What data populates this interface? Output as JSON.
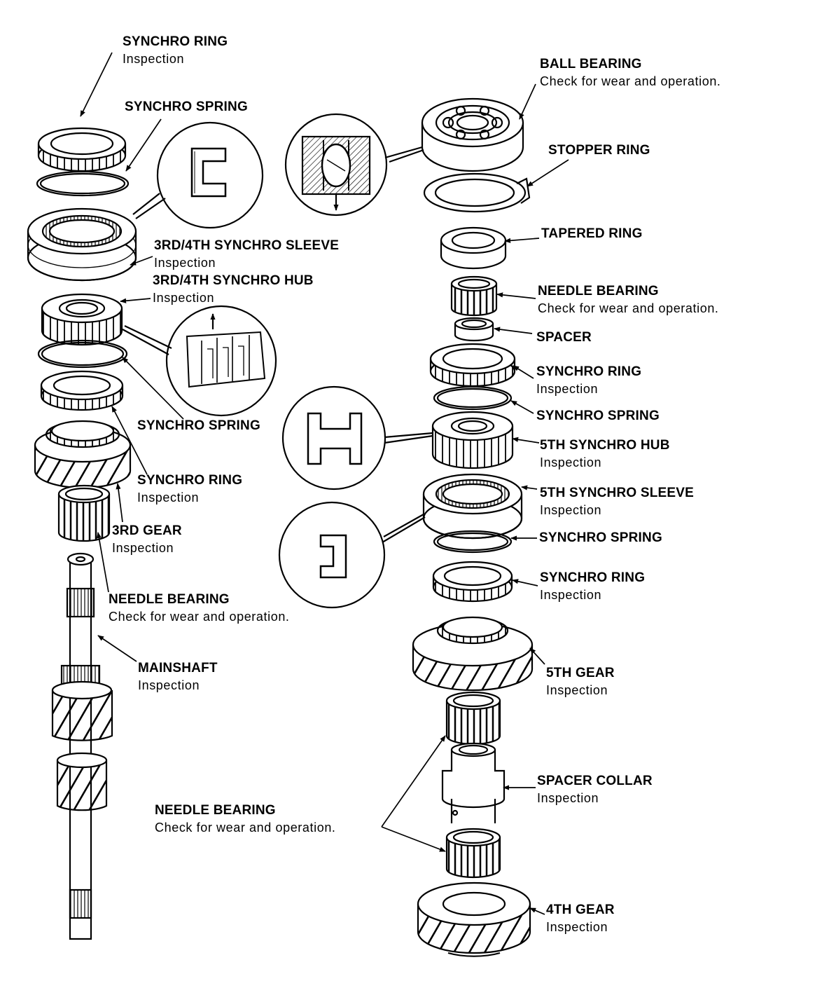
{
  "labels": {
    "synchro_ring_top": {
      "title": "SYNCHRO RING",
      "note": "Inspection"
    },
    "synchro_spring_top": {
      "title": "SYNCHRO SPRING"
    },
    "sleeve_34": {
      "title": "3RD/4TH SYNCHRO SLEEVE",
      "note": "Inspection"
    },
    "hub_34": {
      "title": "3RD/4TH SYNCHRO HUB",
      "note": "Inspection"
    },
    "synchro_spring_left": {
      "title": "SYNCHRO SPRING"
    },
    "synchro_ring_left": {
      "title": "SYNCHRO RING",
      "note": "Inspection"
    },
    "gear_3rd": {
      "title": "3RD GEAR",
      "note": "Inspection"
    },
    "needle_bearing_left": {
      "title": "NEEDLE BEARING",
      "note": "Check for wear and operation."
    },
    "mainshaft": {
      "title": "MAINSHAFT",
      "note": "Inspection"
    },
    "needle_bearing_bottom": {
      "title": "NEEDLE BEARING",
      "note": "Check for wear and operation."
    },
    "ball_bearing": {
      "title": "BALL BEARING",
      "note": "Check for wear and operation."
    },
    "stopper_ring": {
      "title": "STOPPER RING"
    },
    "tapered_ring": {
      "title": "TAPERED RING"
    },
    "needle_bearing_right": {
      "title": "NEEDLE BEARING",
      "note": "Check for wear and operation."
    },
    "spacer": {
      "title": "SPACER"
    },
    "synchro_ring_right1": {
      "title": "SYNCHRO RING",
      "note": "Inspection"
    },
    "synchro_spring_right1": {
      "title": "SYNCHRO SPRING"
    },
    "hub_5th": {
      "title": "5TH SYNCHRO HUB",
      "note": "Inspection"
    },
    "sleeve_5th": {
      "title": "5TH SYNCHRO SLEEVE",
      "note": "Inspection"
    },
    "synchro_spring_right2": {
      "title": "SYNCHRO SPRING"
    },
    "synchro_ring_right2": {
      "title": "SYNCHRO RING",
      "note": "Inspection"
    },
    "gear_5th": {
      "title": "5TH GEAR",
      "note": "Inspection"
    },
    "spacer_collar": {
      "title": "SPACER COLLAR",
      "note": "Inspection"
    },
    "gear_4th": {
      "title": "4TH GEAR",
      "note": "Inspection"
    }
  }
}
